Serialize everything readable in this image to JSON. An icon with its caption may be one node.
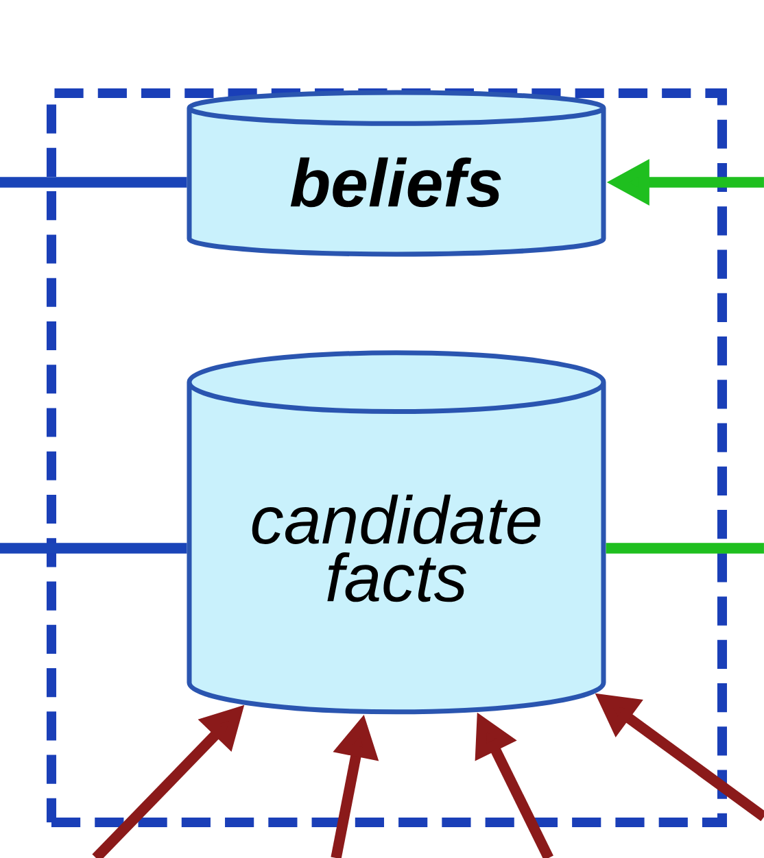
{
  "diagram": {
    "nodes": [
      {
        "text": [],
        "shape": "box"
      },
      {
        "text": [
          "beliefs"
        ],
        "in": 0
      },
      {
        "text": [
          "candidate facts"
        ],
        "in": 0
      }
    ],
    "edges": [
      {
        "from": null,
        "to": 1,
        "arrow": "none",
        "color": "#1a44b8"
      },
      {
        "from": null,
        "to": 1,
        "arrow": "to",
        "color": "#1fbf1f"
      },
      {
        "from": null,
        "to": 2,
        "arrow": "none",
        "color": "#1a44b8"
      },
      {
        "from": 2,
        "to": null,
        "arrow": "none",
        "color": "#1fbf1f"
      },
      {
        "from": null,
        "to": 2,
        "arrow": "to"
      },
      {
        "from": null,
        "to": 2,
        "arrow": "to"
      },
      {
        "from": null,
        "to": 2,
        "arrow": "to"
      },
      {
        "from": null,
        "to": 2,
        "arrow": "to"
      }
    ]
  }
}
